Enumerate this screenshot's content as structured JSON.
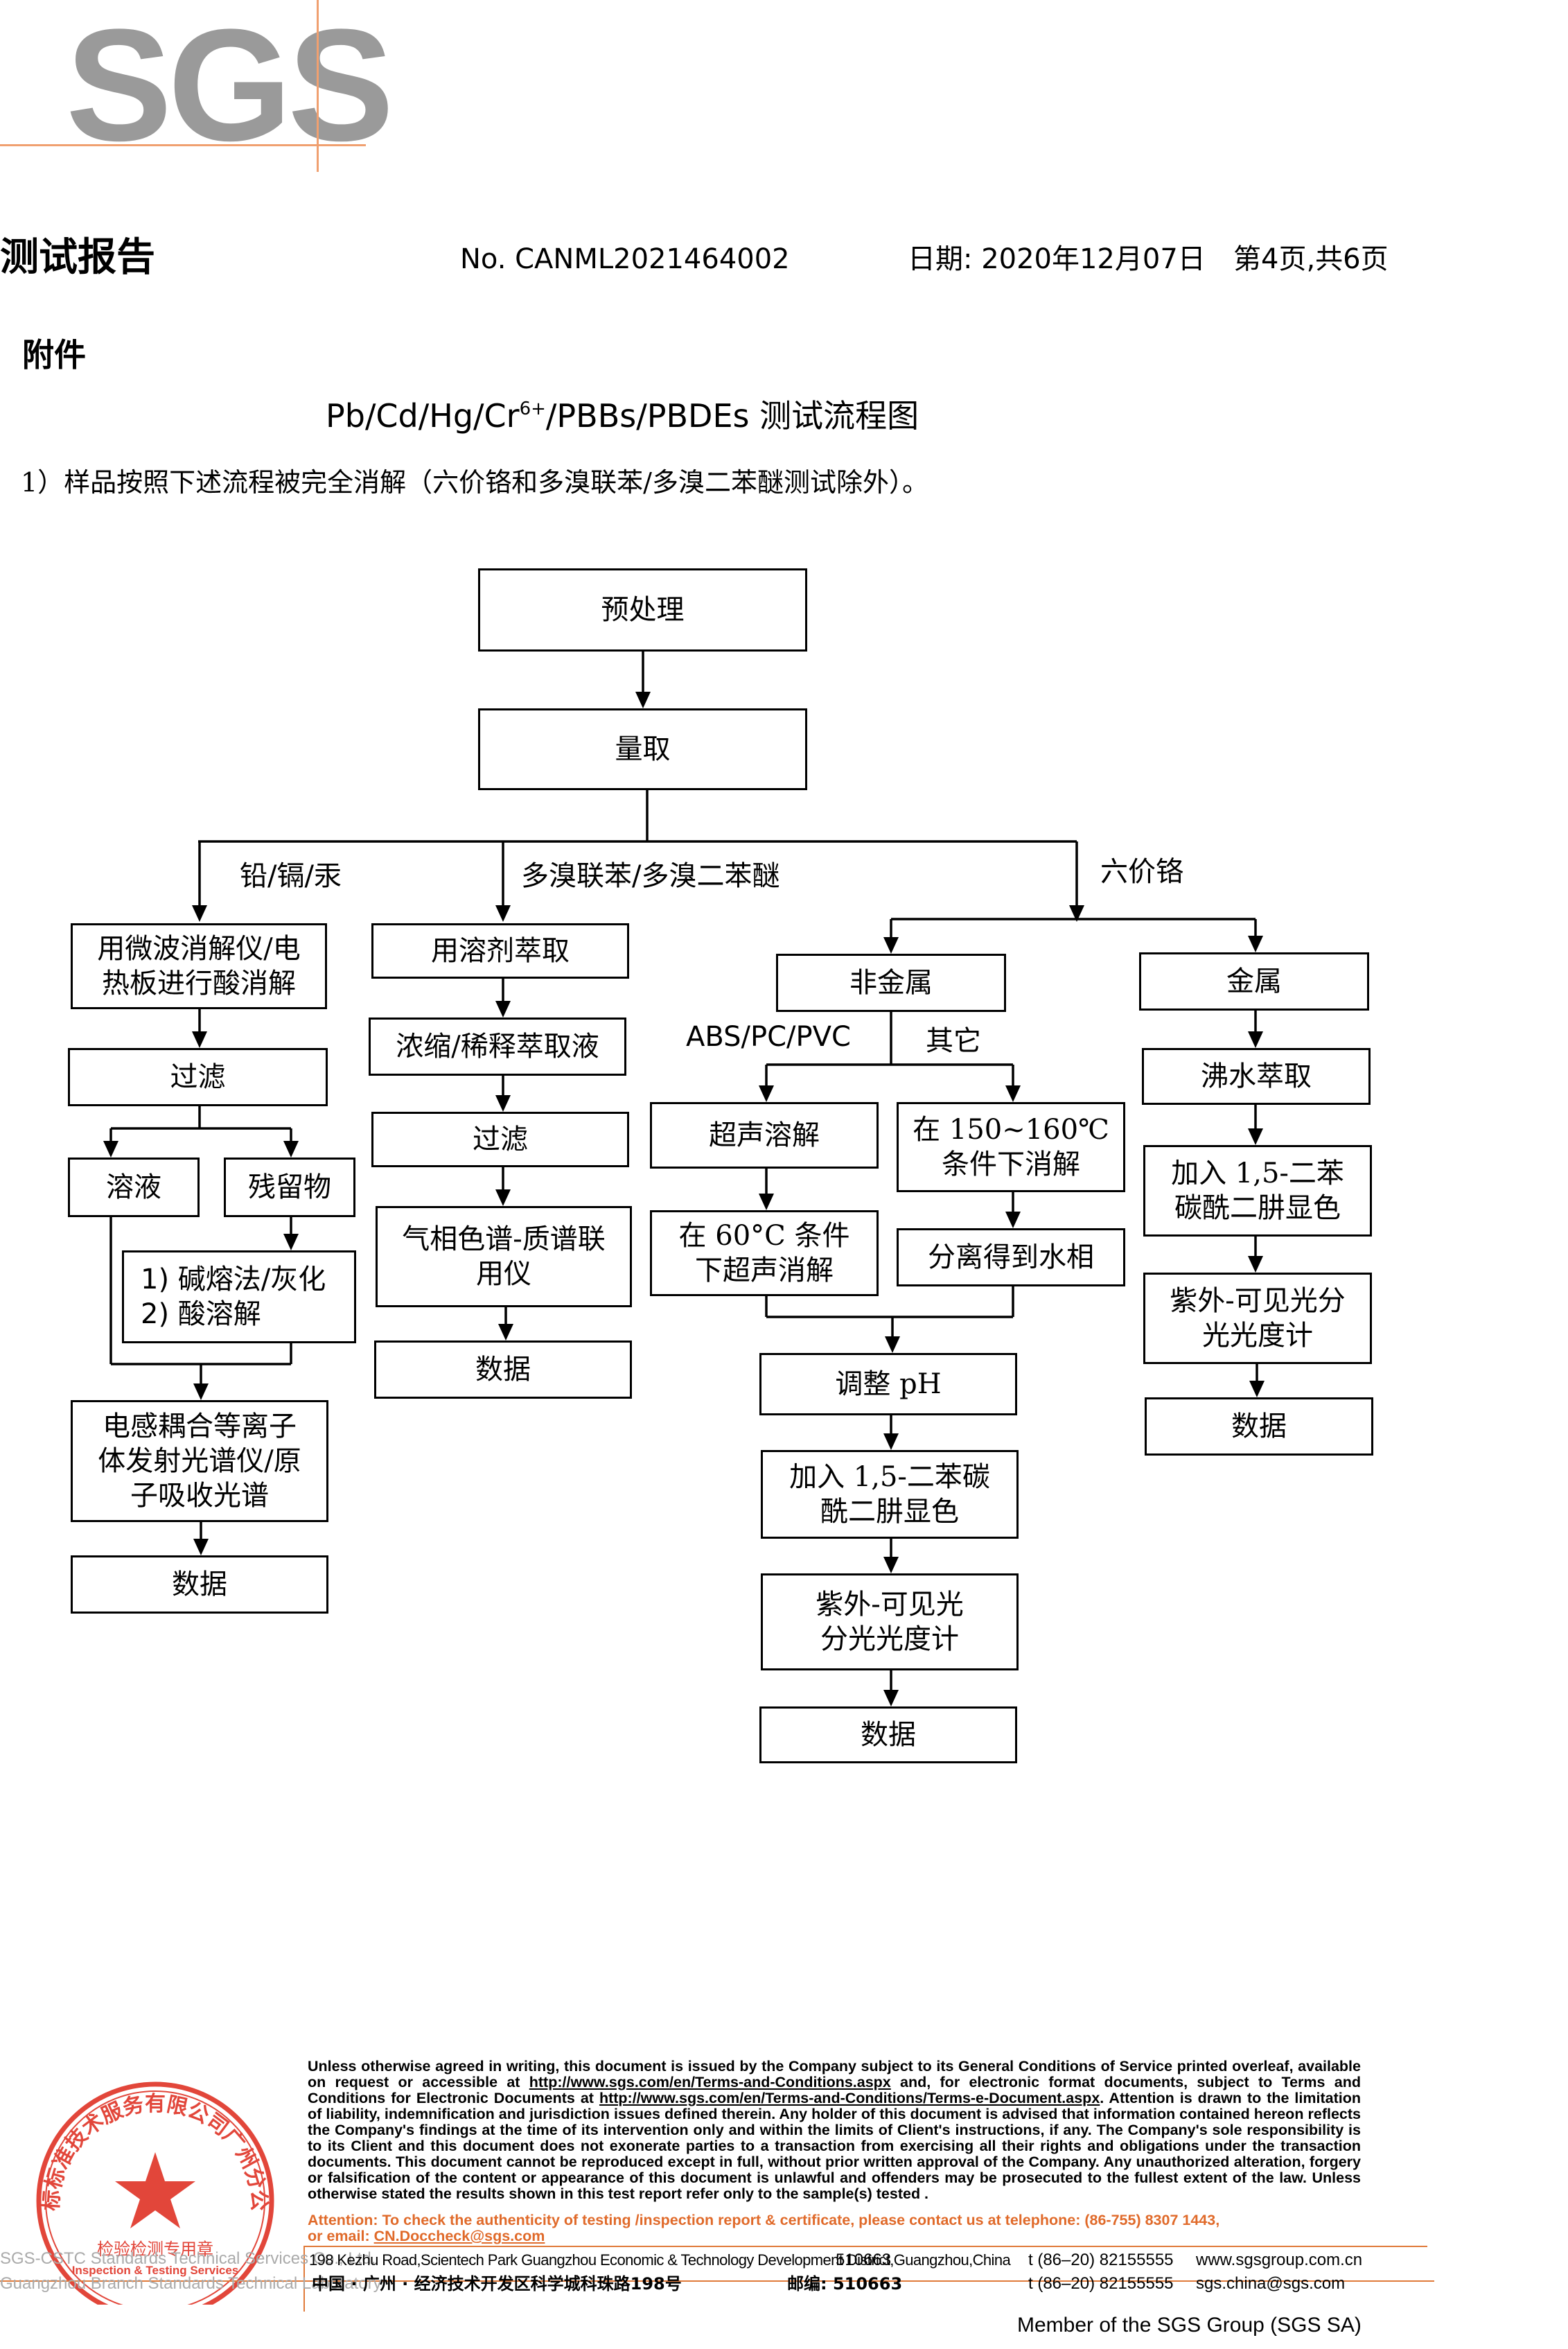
{
  "brand": {
    "logo": "SGS",
    "accent": "#f0a070",
    "logo_color": "#9a9a9a"
  },
  "header": {
    "title": "测试报告",
    "report_no": "No. CANML2021464002",
    "date": "日期: 2020年12月07日",
    "page": "第4页,共6页"
  },
  "annex": "附件",
  "flow_title": {
    "pre": "Pb/Cd/Hg/Cr",
    "sup": "6+",
    "post": "/PBBs/PBDEs 测试流程图"
  },
  "intro": "1）样品按照下述流程被完全消解（六价铬和多溴联苯/多溴二苯醚测试除外）。",
  "flow": {
    "pretreat": "预处理",
    "measure": "量取",
    "branch_metal": "铅/镉/汞",
    "branch_pbb": "多溴联苯/多溴二苯醚",
    "branch_cr": "六价铬",
    "a1": [
      "用微波消解仪/电",
      "热板进行酸消解"
    ],
    "a2": "过滤",
    "a3_solution": "溶液",
    "a3_residue": "残留物",
    "a4": [
      "1) 碱熔法/灰化",
      "2) 酸溶解"
    ],
    "a5": [
      "电感耦合等离子",
      "体发射光谱仪/原",
      "子吸收光谱"
    ],
    "a6": "数据",
    "b1": "用溶剂萃取",
    "b2": "浓缩/稀释萃取液",
    "b3": "过滤",
    "b4": [
      "气相色谱-质谱联",
      "用仪"
    ],
    "b5": "数据",
    "c_nonmetal": "非金属",
    "c_abs": "ABS/PC/PVC",
    "c_other": "其它",
    "c_ultra": "超声溶解",
    "c_ultra2": [
      "在 60°C 条件",
      "下超声消解"
    ],
    "c_heat": [
      "在 150~160℃",
      "条件下消解"
    ],
    "c_sep": "分离得到水相",
    "c_ph": "调整 pH",
    "c_color": [
      "加入 1,5-二苯碳",
      "酰二肼显色"
    ],
    "c_uv": [
      "紫外-可见光",
      "分光光度计"
    ],
    "c_data": "数据",
    "d_metal": "金属",
    "d1": "沸水萃取",
    "d2": [
      "加入 1,5-二苯",
      "碳酰二肼显色"
    ],
    "d3": [
      "紫外-可见光分",
      "光光度计"
    ],
    "d4": "数据"
  },
  "footer": {
    "disclaimer_1": "Unless otherwise agreed in writing, this document is issued by the Company subject to its General Conditions of Service printed overleaf, available on request or accessible at ",
    "url_1": "http://www.sgs.com/en/Terms-and-Conditions.aspx",
    "disclaimer_2": " and, for electronic format documents, subject to Terms and Conditions for Electronic Documents at ",
    "url_2": "http://www.sgs.com/en/Terms-and-Conditions/Terms-e-Document.aspx",
    "disclaimer_3": ". Attention is drawn to the limitation of liability, indemnification and jurisdiction issues defined therein. Any holder of this document is advised that information contained hereon reflects the Company's findings at the time of its intervention only and within the limits of Client's instructions, if any. The Company's sole responsibility is to its Client and this document does not exonerate parties to a transaction from exercising all their rights and obligations under the transaction documents. This document cannot be reproduced except in full, without prior written approval of the Company. Any unauthorized alteration, forgery or falsification of the content or appearance of this document is unlawful and offenders may be prosecuted to the fullest extent of the law. Unless otherwise stated the results shown in this test report refer only to the sample(s) tested .",
    "attention": "Attention: To check the authenticity of testing /inspection report & certificate, please contact us at telephone: (86-755) 8307 1443,",
    "email_pre": "or email: ",
    "email": "CN.Doccheck@sgs.com",
    "address_en": "198 Kezhu Road,Scientech Park Guangzhou Economic & Technology Development District,Guangzhou,China",
    "zip_en": "510663",
    "address_cn": "中国 · 广州 · 经济技术开发区科学城科珠路198号",
    "zip_cn": "邮编: 510663",
    "tel1": "t (86–20) 82155555",
    "tel2": "t (86–20) 82155555",
    "web": "www.sgsgroup.com.cn",
    "mail": "sgs.china@sgs.com",
    "company_en1": "SGS-CSTC Standards Technical Services Co., Ltd.",
    "company_en2": "Guangzhou Branch   Standards Technical Laboratory",
    "member": "Member of the SGS Group (SGS SA)",
    "stamp_center": "检验检测专用章",
    "stamp_en": "Inspection & Testing Services",
    "stamp_ring": "通标标准技术服务有限公司广州分公司"
  }
}
